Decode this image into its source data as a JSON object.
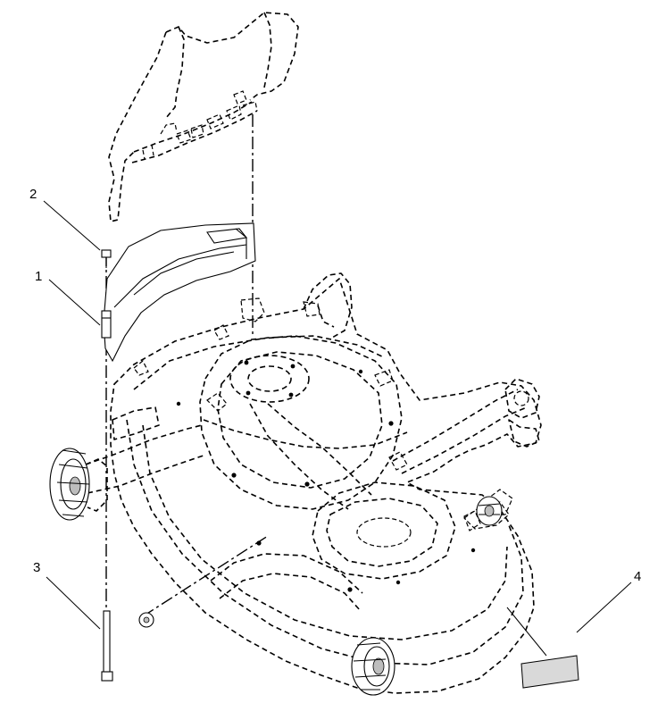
{
  "callouts": [
    {
      "id": "1",
      "label": "1"
    },
    {
      "id": "2",
      "label": "2"
    },
    {
      "id": "3",
      "label": "3"
    },
    {
      "id": "4",
      "label": "4"
    }
  ],
  "colors": {
    "line": "#000000",
    "background": "#ffffff",
    "decal": "#d9d9d9"
  }
}
